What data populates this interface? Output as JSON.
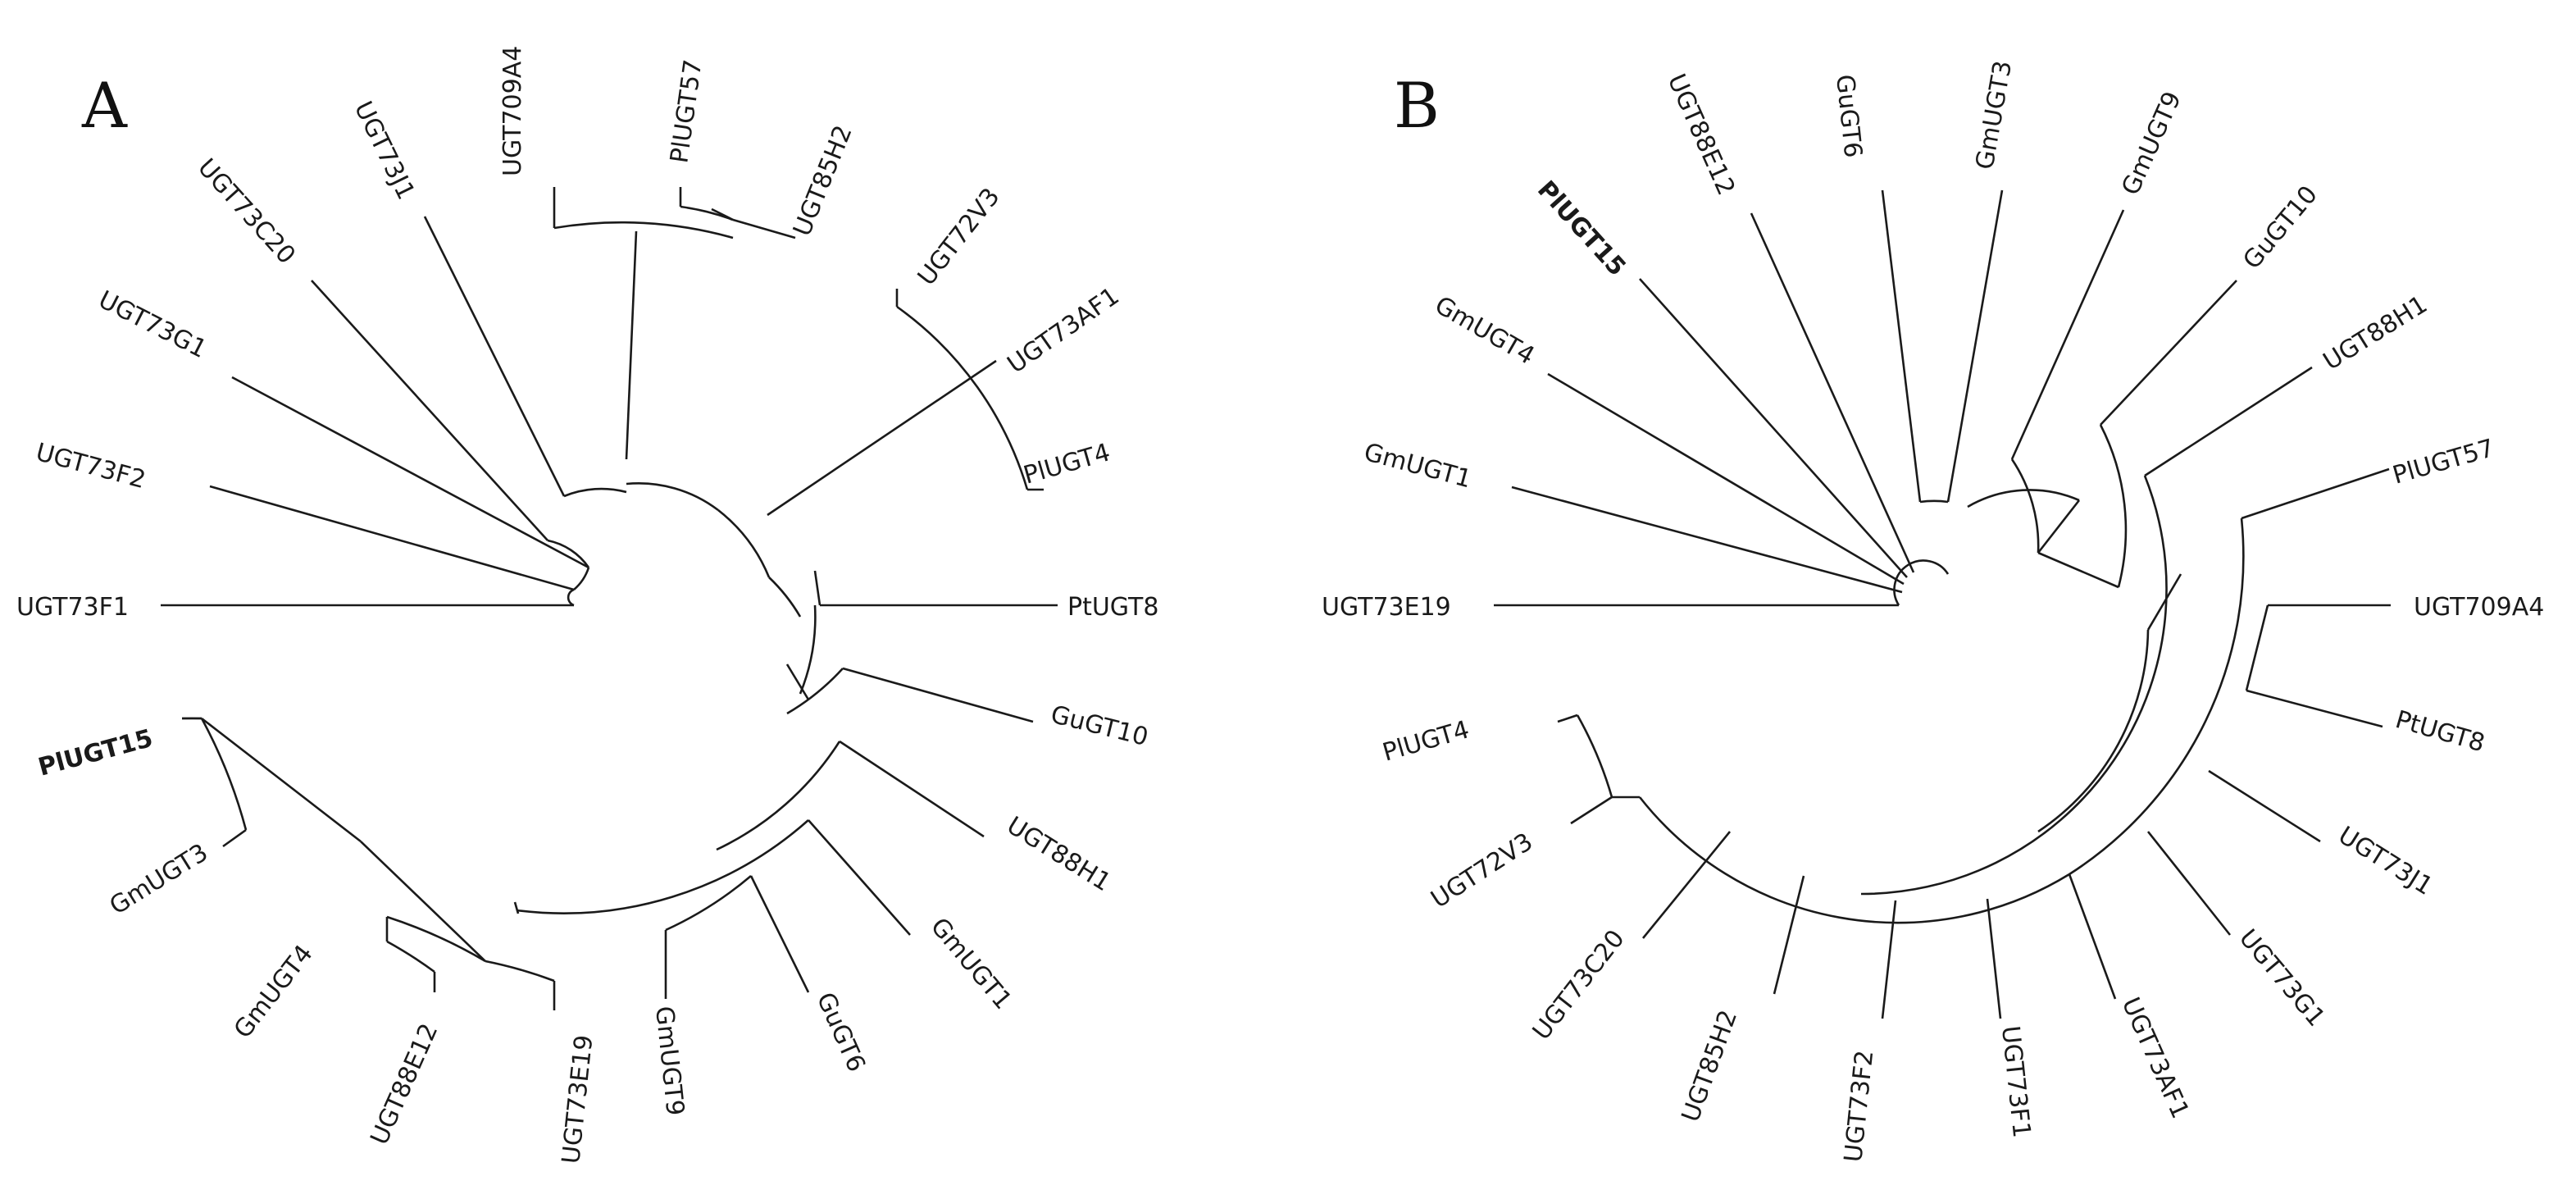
{
  "panels": [
    {
      "id": "A",
      "label": "A",
      "bold_taxa": [
        "PlUGT15"
      ],
      "taxa": [
        "UGT73F1",
        "UGT73F2",
        "UGT73G1",
        "UGT73C20",
        "UGT73J1",
        "UGT709A4",
        "PlUGT57",
        "UGT85H2",
        "UGT72V3",
        "UGT73AF1",
        "PlUGT4",
        "PtUGT8",
        "GuGT10",
        "UGT88H1",
        "GmUGT1",
        "GuGT6",
        "GmUGT9",
        "UGT73E19",
        "UGT88E12",
        "GmUGT4",
        "GmUGT3",
        "PlUGT15"
      ]
    },
    {
      "id": "B",
      "label": "B",
      "bold_taxa": [
        "PlUGT15"
      ],
      "taxa": [
        "UGT73E19",
        "GmUGT1",
        "GmUGT4",
        "PlUGT15",
        "UGT88E12",
        "GuGT6",
        "GmUGT3",
        "GmUGT9",
        "GuGT10",
        "UGT88H1",
        "PlUGT57",
        "UGT709A4",
        "PtUGT8",
        "UGT73J1",
        "UGT73G1",
        "UGT73AF1",
        "UGT73F1",
        "UGT73F2",
        "UGT85H2",
        "UGT73C20",
        "UGT72V3",
        "PlUGT4"
      ]
    }
  ]
}
